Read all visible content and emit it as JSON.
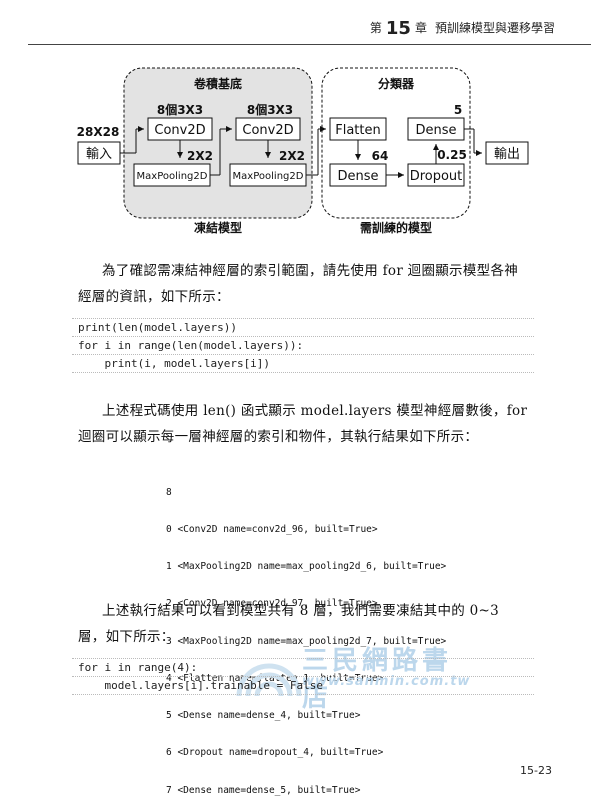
{
  "header": {
    "chapter_prefix": "第",
    "chapter_number": "15",
    "chapter_suffix": "章",
    "chapter_title": "預訓練模型與遷移學習"
  },
  "diagram": {
    "group_conv_title": "卷積基底",
    "group_conv_caption": "凍結模型",
    "group_cls_title": "分類器",
    "group_cls_caption": "需訓練的模型",
    "input_size_label": "28X28",
    "input_box": "輸入",
    "conv1_label": "8個3X3",
    "conv1_box": "Conv2D",
    "pool1_box": "MaxPooling2D",
    "pool1_label": "2X2",
    "conv2_label": "8個3X3",
    "conv2_box": "Conv2D",
    "pool2_box": "MaxPooling2D",
    "pool2_label": "2X2",
    "flatten_box": "Flatten",
    "dense1_box": "Dense",
    "dense1_label": "64",
    "dropout_box": "Dropout",
    "dropout_label": "0.25",
    "dense2_box": "Dense",
    "dense2_label": "5",
    "output_box": "輸出"
  },
  "paragraph1": "為了確認需凍結神經層的索引範圍，請先使用 for 迴圈顯示模型各神經層的資訊，如下所示：",
  "code1": [
    "print(len(model.layers))",
    "for i in range(len(model.layers)):",
    "    print(i, model.layers[i])"
  ],
  "paragraph2": "上述程式碼使用 len() 函式顯示 model.layers 模型神經層數後，for 迴圈可以顯示每一層神經層的索引和物件，其執行結果如下所示：",
  "output_lines": [
    "8",
    "0 <Conv2D name=conv2d_96, built=True>",
    "1 <MaxPooling2D name=max_pooling2d_6, built=True>",
    "2 <Conv2D name=conv2d_97, built=True>",
    "3 <MaxPooling2D name=max_pooling2d_7, built=True>",
    "4 <Flatten name=flatten_1, built=True>",
    "5 <Dense name=dense_4, built=True>",
    "6 <Dropout name=dropout_4, built=True>",
    "7 <Dense name=dense_5, built=True>"
  ],
  "paragraph3": "上述執行結果可以看到模型共有 8 層，我們需要凍結其中的 0~3 層，如下所示：",
  "code2": [
    "for i in range(4):",
    "    model.layers[i].trainable = False"
  ],
  "watermark": {
    "text": "三民網路書店",
    "url": "www.sanmin.com.tw"
  },
  "page_number": "15-23"
}
